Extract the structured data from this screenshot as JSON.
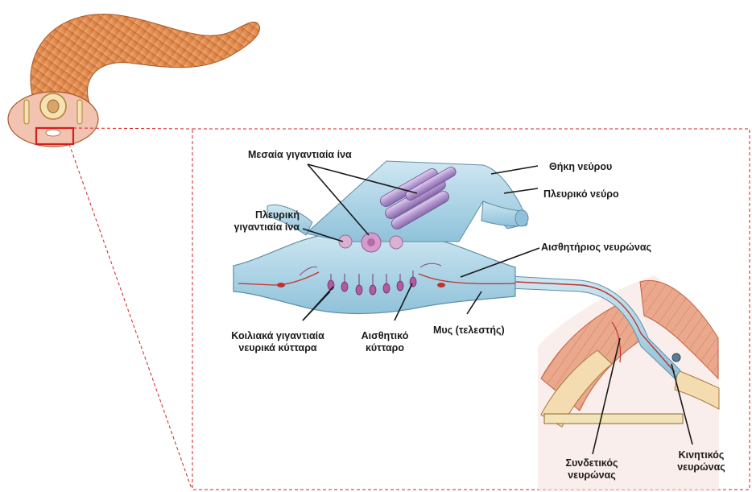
{
  "labels": {
    "median_giant": "Μεσαία γιγαντιαία ίνα",
    "lateral_giant_1": "Πλευρική",
    "lateral_giant_2": "γιγαντιαία ίνα",
    "nerve_sheath": "Θήκη νεύρου",
    "lateral_nerve": "Πλευρικό νεύρο",
    "sensory_neuron": "Αισθητήριος νευρώνας",
    "ventral_giant_1": "Κοιλιακά γιγαντιαία",
    "ventral_giant_2": "νευρικά κύτταρα",
    "sensory_cell_1": "Αισθητικό",
    "sensory_cell_2": "κύτταρο",
    "muscle": "Μυς (τελεστής)",
    "interneuron_1": "Συνδετικός",
    "interneuron_2": "νευρώνας",
    "motor_neuron_1": "Κινητικός",
    "motor_neuron_2": "νευρώνας"
  },
  "colors": {
    "worm_body": "#e8965a",
    "worm_segment": "#c9703a",
    "nerve_sheath": "#a9d3e6",
    "giant_fiber": "#b79ad0",
    "cell_body": "#c06aa8",
    "muscle_tissue": "#e9a48a",
    "axon_red": "#c0312b",
    "callout_red": "#d2201f",
    "leader": "#1a1a1a"
  }
}
